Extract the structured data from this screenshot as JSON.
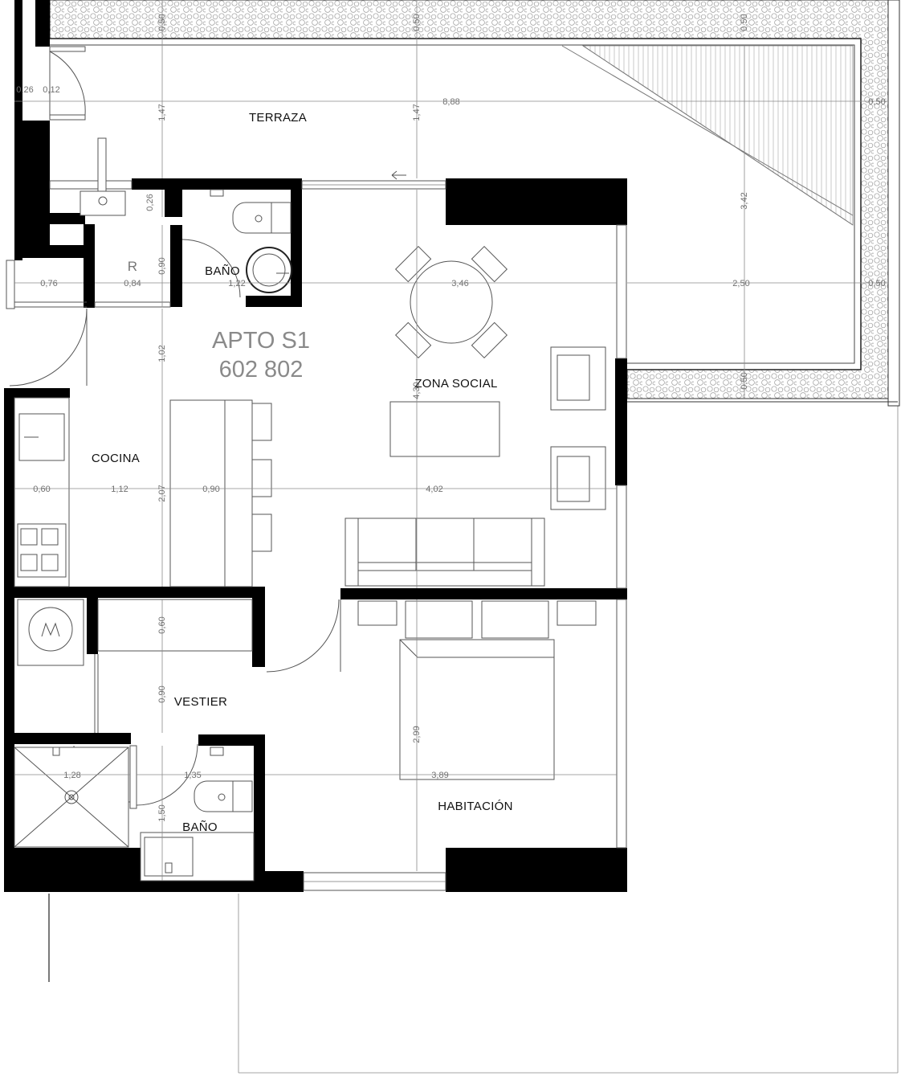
{
  "apartment": {
    "title_line1": "APTO S1",
    "title_line2": "602 802"
  },
  "rooms": {
    "terraza": "TERRAZA",
    "bano_upper": "BAÑO",
    "refrigerator": "R",
    "zona_social": "ZONA SOCIAL",
    "cocina": "COCINA",
    "vestier": "VESTIER",
    "bano_lower": "BAÑO",
    "habitacion": "HABITACIÓN"
  },
  "dimensions": {
    "d026": "0,26",
    "d012": "0,12",
    "d888": "8,88",
    "d050_top_left": "0,50",
    "d050_top_mid": "0,50",
    "d050_top_right": "0,50",
    "d050_right_a": "0,50",
    "d050_right_b": "0,50",
    "d050_right_bottom": "0,50",
    "d147_left": "1,47",
    "d147_mid": "1,47",
    "d026_v": "0,26",
    "d090_v_upper": "0,90",
    "d076": "0,76",
    "d084": "0,84",
    "d122": "1,22",
    "d346": "3,46",
    "d250": "2,50",
    "d342": "3,42",
    "d102": "1,02",
    "d430": "4,30",
    "d060_h": "0,60",
    "d112": "1,12",
    "d090_h": "0,90",
    "d402": "4,02",
    "d207": "2,07",
    "d060_v": "0,60",
    "d090_v_lower": "0,90",
    "d128": "1,28",
    "d135": "1,35",
    "d389": "3,89",
    "d299": "2,99",
    "d150": "1,50"
  }
}
